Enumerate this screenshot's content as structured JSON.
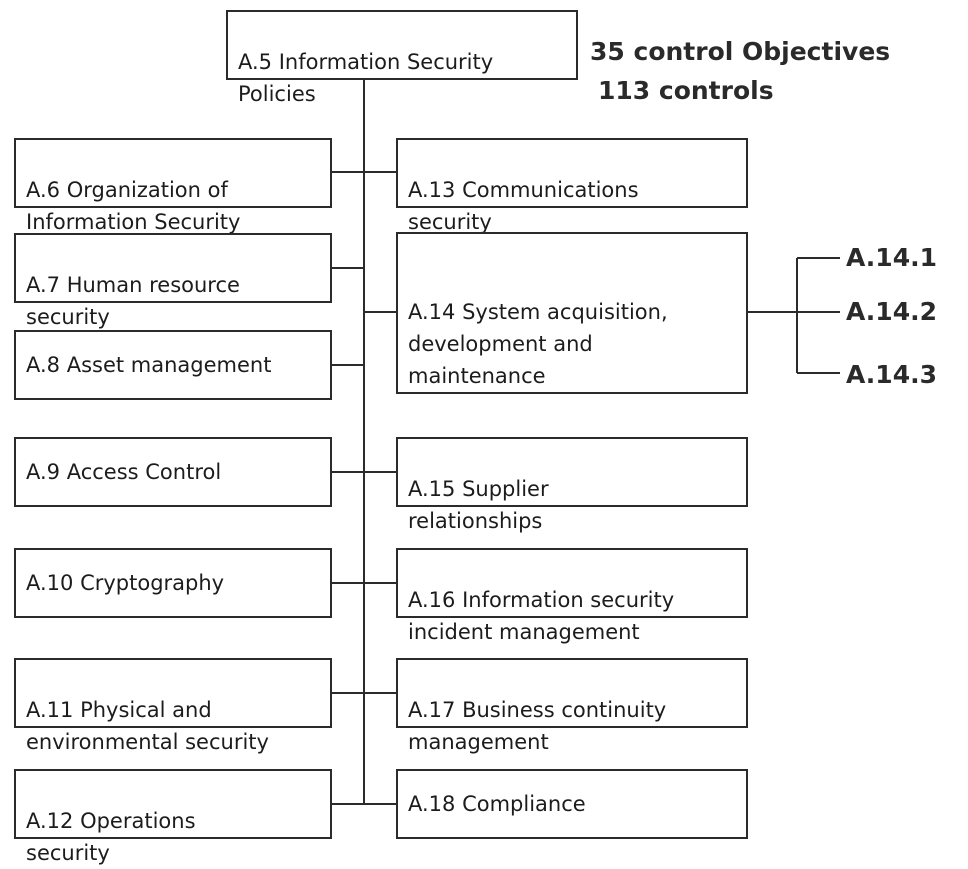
{
  "root": {
    "label": "A.5 Information Security\nPolicies"
  },
  "summary": {
    "objectives": "35 control Objectives",
    "controls": "113 controls"
  },
  "left_nodes": [
    {
      "label": "A.6 Organization of\nInformation Security"
    },
    {
      "label": "A.7 Human resource\nsecurity"
    },
    {
      "label": "A.8 Asset management"
    },
    {
      "label": "A.9 Access Control"
    },
    {
      "label": "A.10 Cryptography"
    },
    {
      "label": "A.11 Physical and\nenvironmental security"
    },
    {
      "label": "A.12 Operations\nsecurity"
    }
  ],
  "right_nodes": [
    {
      "label": "A.13 Communications\nsecurity"
    },
    {
      "label": "A.14 System acquisition,\ndevelopment and\nmaintenance"
    },
    {
      "label": "A.15 Supplier\nrelationships"
    },
    {
      "label": "A.16 Information security\nincident management"
    },
    {
      "label": "A.17 Business continuity\nmanagement"
    },
    {
      "label": "A.18 Compliance"
    }
  ],
  "a14_branches": [
    "A.14.1",
    "A.14.2",
    "A.14.3"
  ]
}
